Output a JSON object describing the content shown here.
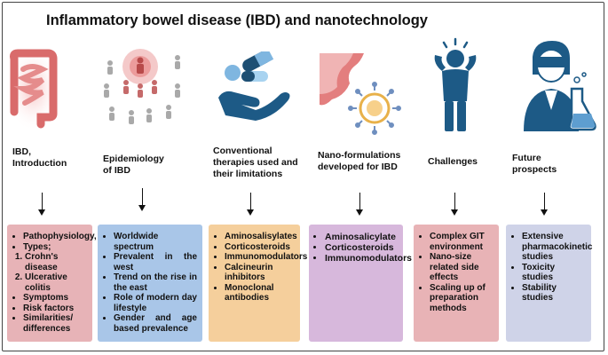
{
  "title": "Inflammatory bowel disease (IBD) and nanotechnology",
  "columns": [
    {
      "label_lines": [
        "IBD,",
        "Introduction"
      ],
      "icon": "intestine-icon",
      "color": "#e7b3b7",
      "items": [
        "Pathophysiology,",
        "Types;"
      ],
      "types": [
        "Crohn's disease",
        "Ulcerative colitis"
      ],
      "items2": [
        "Symptoms",
        "Risk factors",
        "Similarities/ differences"
      ]
    },
    {
      "label_lines": [
        "Epidemiology",
        "of IBD"
      ],
      "icon": "population-icon",
      "color": "#a9c6e8",
      "items": [
        "Worldwide spectrum",
        "Prevalent in the west",
        "Trend on the rise in the east",
        "Role of modern day lifestyle",
        "Gender and age based prevalence"
      ]
    },
    {
      "label_lines": [
        "Conventional",
        "therapies used and",
        "their limitations"
      ],
      "icon": "pills-hand-icon",
      "color": "#f5cf9c",
      "items": [
        "Aminosalisylates",
        "Corticosteroids",
        "Immunomodulators",
        "Calcineurin inhibitors",
        "Monoclonal antibodies"
      ]
    },
    {
      "label_lines": [
        "Nano-formulations",
        "developed for IBD"
      ],
      "icon": "nanoparticle-icon",
      "color": "#d7b8dc",
      "items": [
        "Aminosalicylate",
        "Corticosteroids",
        "Immunomodulators"
      ]
    },
    {
      "label_lines": [
        "Challenges"
      ],
      "icon": "stressed-person-icon",
      "color": "#e8b3b6",
      "items": [
        "Complex GIT environment",
        "Nano-size related side effects",
        "Scaling up of preparation methods"
      ]
    },
    {
      "label_lines": [
        "Future",
        "prospects"
      ],
      "icon": "scientist-icon",
      "color": "#cfd3e8",
      "items": [
        "Extensive pharmacokinetic studies",
        "Toxicity studies",
        "Stability studies"
      ]
    }
  ]
}
